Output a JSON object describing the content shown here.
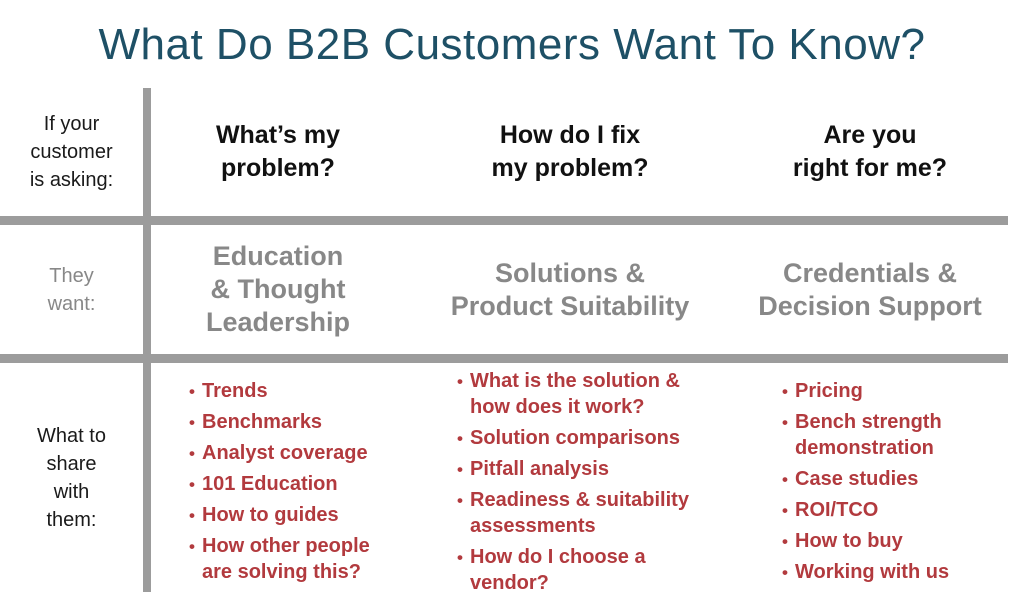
{
  "title": "What Do B2B Customers Want To Know?",
  "colors": {
    "title_teal": "#1e5066",
    "bullet_red": "#b23a3e",
    "muted_gray_text": "#888888",
    "grid_line_gray": "#9c9c9c",
    "header_black": "#111111"
  },
  "row_labels": {
    "asking": "If your\ncustomer\nis asking:",
    "want": "They\nwant:",
    "share": "What to\nshare\nwith\nthem:"
  },
  "questions": [
    "What’s my\nproblem?",
    "How do I fix\nmy problem?",
    "Are you\nright for me?"
  ],
  "wants": [
    "Education\n& Thought\nLeadership",
    "Solutions &\nProduct Suitability",
    "Credentials &\nDecision Support"
  ],
  "share": {
    "problem": [
      "Trends",
      "Benchmarks",
      "Analyst coverage",
      "101 Education",
      "How to guides",
      "How other people are solving this?"
    ],
    "fix": [
      "What is the solution & how does it work?",
      "Solution comparisons",
      "Pitfall analysis",
      "Readiness & suitability assessments",
      "How do I choose a vendor?"
    ],
    "right": [
      "Pricing",
      "Bench strength demonstration",
      "Case studies",
      "ROI/TCO",
      "How to buy",
      "Working with us"
    ]
  },
  "bullet_glyph": "•"
}
